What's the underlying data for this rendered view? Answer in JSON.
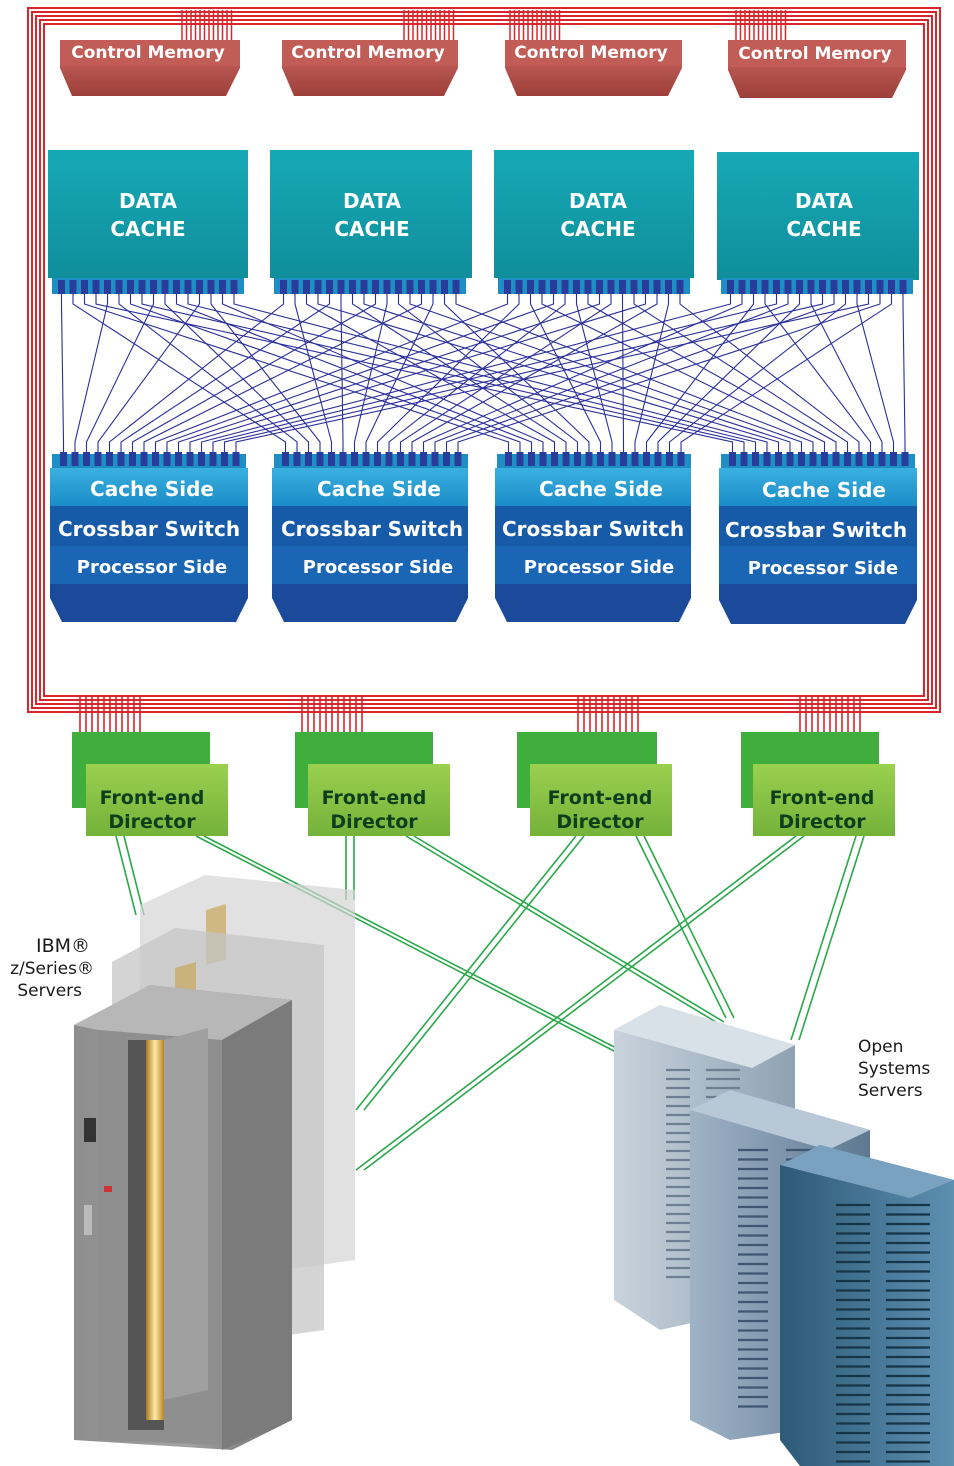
{
  "control_memory": [
    "Control Memory",
    "Control Memory",
    "Control Memory",
    "Control Memory"
  ],
  "data_cache": [
    {
      "line1": "DATA",
      "line2": "CACHE"
    },
    {
      "line1": "DATA",
      "line2": "CACHE"
    },
    {
      "line1": "DATA",
      "line2": "CACHE"
    },
    {
      "line1": "DATA",
      "line2": "CACHE"
    }
  ],
  "crossbar": [
    {
      "cache_side": "Cache Side",
      "switch": "Crossbar Switch",
      "processor_side": "Processor Side"
    },
    {
      "cache_side": "Cache Side",
      "switch": "Crossbar Switch",
      "processor_side": "Processor Side"
    },
    {
      "cache_side": "Cache Side",
      "switch": "Crossbar Switch",
      "processor_side": "Processor Side"
    },
    {
      "cache_side": "Cache Side",
      "switch": "Crossbar Switch",
      "processor_side": "Processor Side"
    }
  ],
  "front_end_director": [
    {
      "line1": "Front-end",
      "line2": "Director"
    },
    {
      "line1": "Front-end",
      "line2": "Director"
    },
    {
      "line1": "Front-end",
      "line2": "Director"
    },
    {
      "line1": "Front-end",
      "line2": "Director"
    }
  ],
  "ibm_servers": {
    "line1": "IBM®",
    "line2": "z/Series®",
    "line3": "Servers"
  },
  "open_servers": {
    "line1": "Open",
    "line2": "Systems",
    "line3": "Servers"
  },
  "colors": {
    "frame_red": "#d9262b",
    "control_memory": "#b9514c",
    "data_cache": "#15a0ad",
    "cache_side": "#1c9ad0",
    "crossbar_switch": "#175aa8",
    "processor_side": "#1a66b4",
    "bus_blue": "#2b2f9a",
    "director_green": "#86c440",
    "link_green": "#2aa84a"
  }
}
